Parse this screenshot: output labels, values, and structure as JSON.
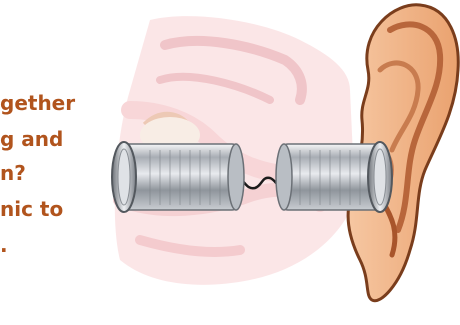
{
  "caption": {
    "line1": "gether",
    "line2": "g and",
    "line3": "n?",
    "line4": "nic to",
    "line5": "."
  },
  "colors": {
    "caption_text": "#b1541d",
    "ear_skin": "#f2b98d",
    "ear_shadow": "#c9774a",
    "can_metal": "#cfd2d6",
    "inner_anatomy": "#f3b7bb"
  }
}
